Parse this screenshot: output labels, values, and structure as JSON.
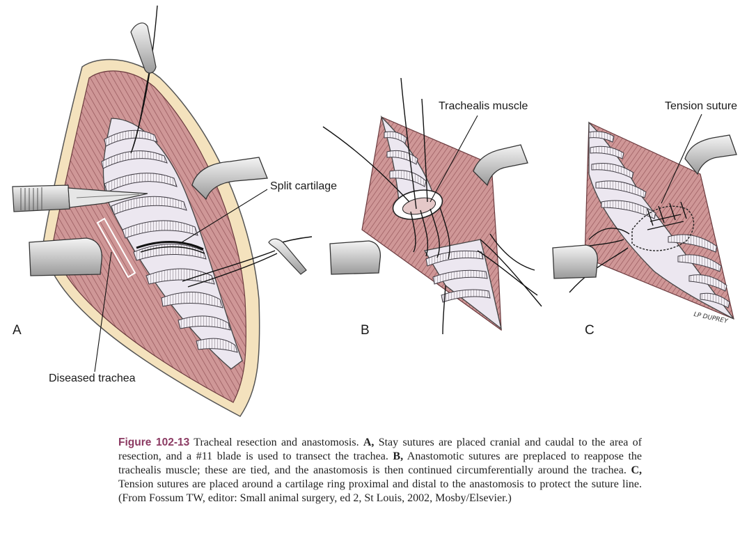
{
  "labels": {
    "trachealis_muscle": "Trachealis muscle",
    "tension_suture": "Tension suture",
    "split_cartilage": "Split cartilage",
    "diseased_trachea": "Diseased trachea"
  },
  "panels": {
    "a": "A",
    "b": "B",
    "c": "C"
  },
  "signature": "LP DUPREY",
  "caption": {
    "figure_number": "Figure 102-13",
    "title": " Tracheal resection and anastomosis. ",
    "a_key": "A,",
    "a_text": " Stay sutures are placed cranial and caudal to the area of resection, and a #11 blade is used to transect the trachea. ",
    "b_key": "B,",
    "b_text": " Anastomotic sutures are preplaced to reappose the trachealis muscle; these are tied, and the anastomosis is then continued circumferentially around the trachea. ",
    "c_key": "C,",
    "c_text": " Tension sutures are placed around a cartilage ring proximal and distal to the anastomosis to protect the suture line. (From Fossum TW, editor: Small animal surgery, ed 2, St Louis, 2002, Mosby/Elsevier.)"
  },
  "colors": {
    "muscle": "#c98f8f",
    "muscle_dark": "#a35a5f",
    "fat": "#f3e0b8",
    "trachea": "#ebe6ef",
    "retractor": "#dcdcdc",
    "caption_accent": "#8b3a62"
  }
}
